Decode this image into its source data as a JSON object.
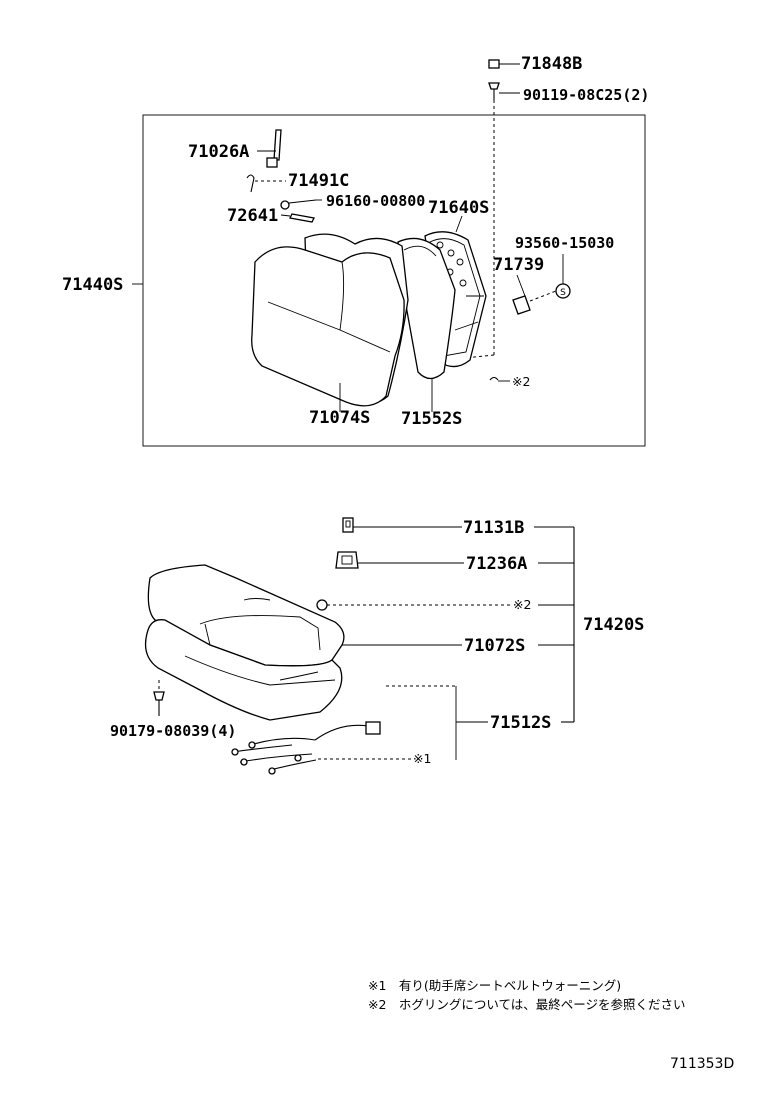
{
  "labels": {
    "p71848B": "71848B",
    "p90119": "90119-08C25(2)",
    "p71026A": "71026A",
    "p71491C": "71491C",
    "p96160": "96160-00800",
    "p72641": "72641",
    "p71640S": "71640S",
    "p93560": "93560-15030",
    "p71739": "71739",
    "p71440S": "71440S",
    "p71074S": "71074S",
    "p71552S": "71552S",
    "mark2_upper": "※2",
    "p71131B": "71131B",
    "p71236A": "71236A",
    "mark2_lower": "※2",
    "p71420S": "71420S",
    "p71072S": "71072S",
    "p71512S": "71512S",
    "p90179": "90179-08039(4)",
    "mark1": "※1"
  },
  "notes": {
    "note1": "※1　有り(助手席シートベルトウォーニング)",
    "note2": "※2　ホグリングについては、最終ページを参照ください"
  },
  "drawing_number": "711353D"
}
